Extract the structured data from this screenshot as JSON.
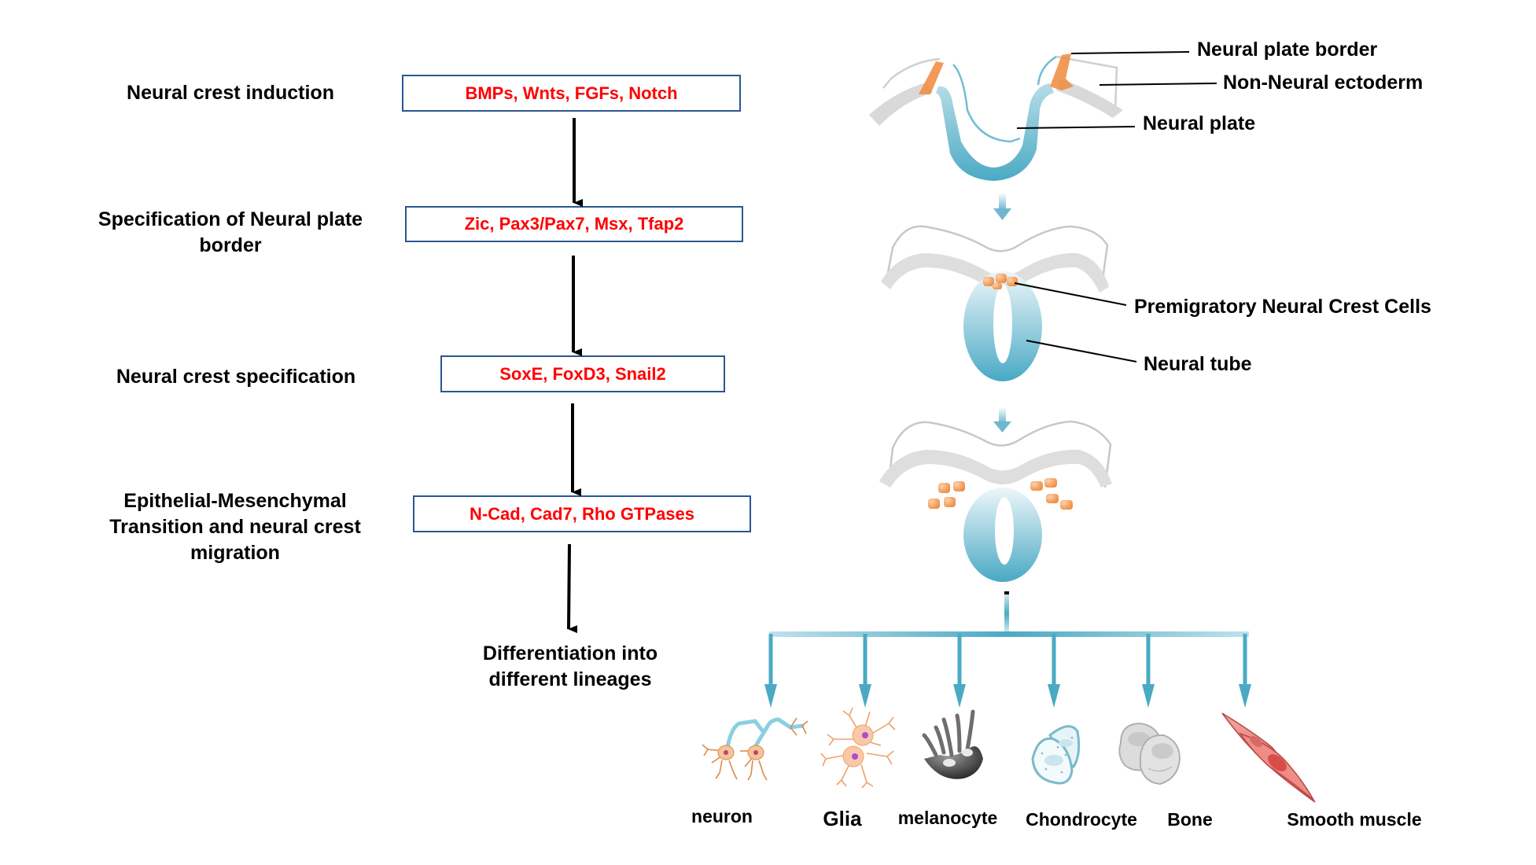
{
  "title": "Neural crest development and gene regulatory network",
  "colors": {
    "gene_text": "#ff0000",
    "box_border": "#2b5592",
    "neural_blue": "#4aaac4",
    "crest_orange": "#f08a3c",
    "ectoderm_gray": "#d9d9d9",
    "arrow_black": "#000000"
  },
  "stages": [
    {
      "label_lines": [
        "Neural crest induction"
      ],
      "genes": "BMPs, Wnts, FGFs, Notch"
    },
    {
      "label_lines": [
        "Specification of Neural plate",
        "border"
      ],
      "genes": "Zic, Pax3/Pax7, Msx, Tfap2"
    },
    {
      "label_lines": [
        "Neural crest specification"
      ],
      "genes": "SoxE, FoxD3, Snail2"
    },
    {
      "label_lines": [
        "Epithelial-Mesenchymal",
        "Transition and neural crest",
        "migration"
      ],
      "genes": "N-Cad, Cad7, Rho GTPases"
    }
  ],
  "final_stage": {
    "label_lines": [
      "Differentiation into",
      "different lineages"
    ]
  },
  "annotations": {
    "neural_plate_border": "Neural plate border",
    "non_neural_ectoderm": "Non-Neural ectoderm",
    "neural_plate": "Neural plate",
    "premigratory_cells": "Premigratory Neural Crest Cells",
    "neural_tube": "Neural tube"
  },
  "lineages": [
    {
      "name": "neuron",
      "icon": "neuron-icon"
    },
    {
      "name": "Glia",
      "icon": "glia-icon"
    },
    {
      "name": "melanocyte",
      "icon": "melanocyte-icon"
    },
    {
      "name": "Chondrocyte",
      "icon": "chondrocyte-icon"
    },
    {
      "name": "Bone",
      "icon": "bone-cell-icon"
    },
    {
      "name": "Smooth muscle",
      "icon": "smooth-muscle-icon"
    }
  ]
}
